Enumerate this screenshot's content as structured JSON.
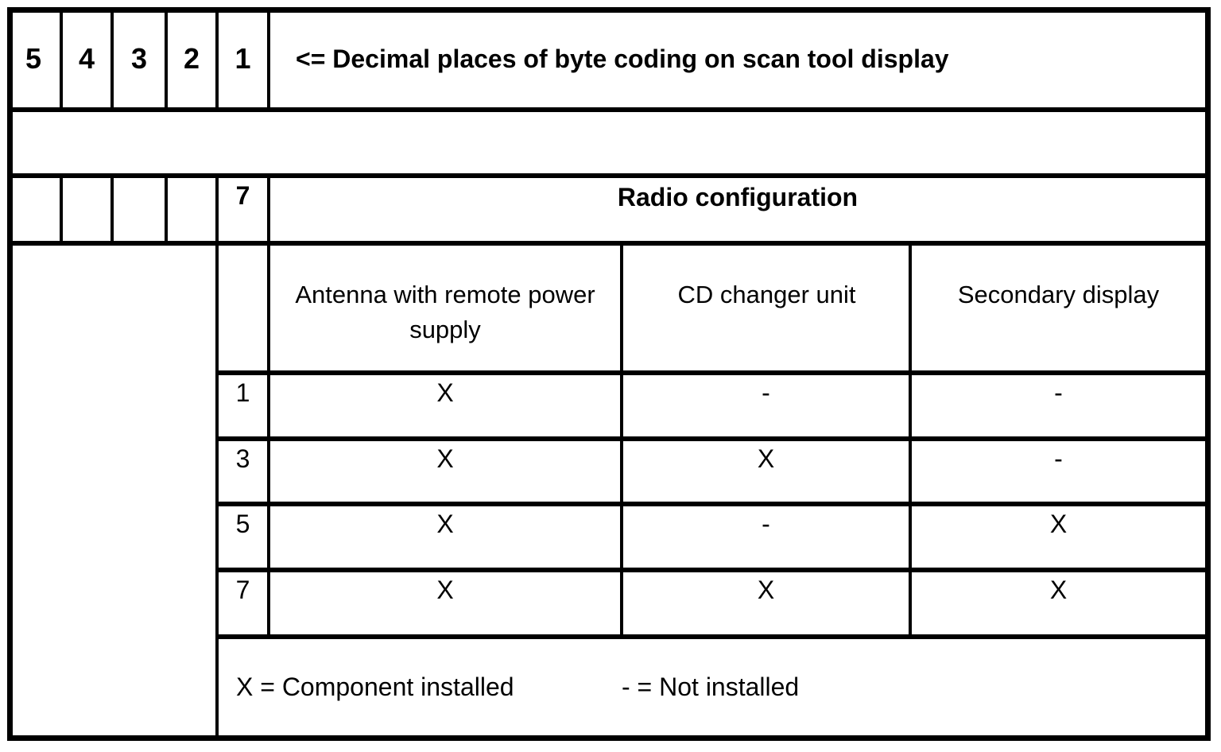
{
  "title_row": {
    "positions": [
      "5",
      "4",
      "3",
      "2",
      "1"
    ],
    "note": "<= Decimal places of byte coding on scan tool display"
  },
  "radio_row": {
    "value": "7",
    "label": "Radio configuration"
  },
  "config_table": {
    "columns": [
      "Antenna with remote power supply",
      "CD changer unit",
      "Secondary display"
    ],
    "rows": [
      {
        "code": "1",
        "antenna": "X",
        "cd_changer": "-",
        "secondary_display": "-"
      },
      {
        "code": "3",
        "antenna": "X",
        "cd_changer": "X",
        "secondary_display": "-"
      },
      {
        "code": "5",
        "antenna": "X",
        "cd_changer": "-",
        "secondary_display": "X"
      },
      {
        "code": "7",
        "antenna": "X",
        "cd_changer": "X",
        "secondary_display": "X"
      }
    ]
  },
  "legend": {
    "installed": "X = Component installed",
    "not_installed": "- = Not installed"
  },
  "colors": {
    "line": "#000000",
    "background": "#ffffff",
    "text": "#000000"
  }
}
